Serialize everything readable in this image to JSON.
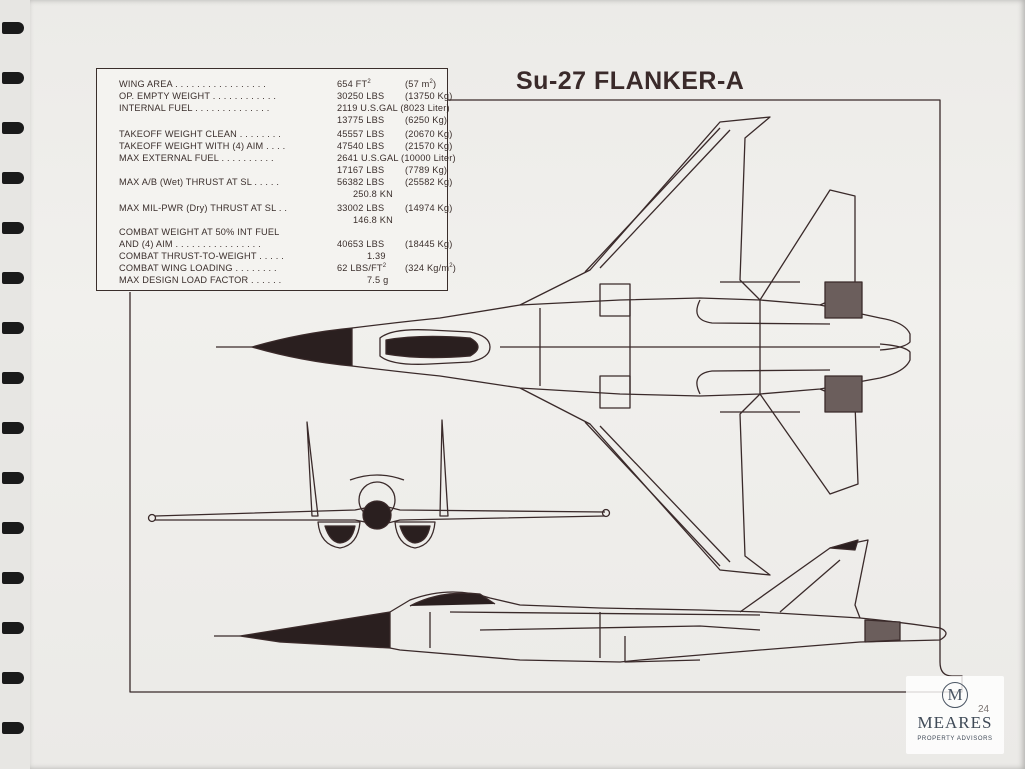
{
  "title": "Su-27 FLANKER-A",
  "page_number": "24",
  "specs": [
    {
      "label": "WING AREA . . . . . . . . . . . . . . . . .",
      "value": "654 FT",
      "sup": "2",
      "metric": "(57 m",
      "metric_sup": "2",
      "metric_end": ")"
    },
    {
      "label": "OP. EMPTY WEIGHT . . . . . . . . . . . .",
      "value": "30250 LBS",
      "metric": "(13750 Kg)"
    },
    {
      "label": "INTERNAL FUEL . . . . . . . . . . . . . .",
      "value": "2119 U.S.GAL (8023 Liter)",
      "metric": ""
    },
    {
      "label": "",
      "value": "13775 LBS",
      "metric": "(6250 Kg)"
    },
    {
      "label": "TAKEOFF WEIGHT CLEAN . . . . . . . .",
      "value": "45557 LBS",
      "metric": "(20670 Kg)"
    },
    {
      "label": "TAKEOFF WEIGHT WITH (4) AIM . . . .",
      "value": "47540 LBS",
      "metric": "(21570 Kg)"
    },
    {
      "label": "MAX EXTERNAL FUEL . . . . . . . . . .",
      "value": "2641 U.S.GAL (10000 Liter)",
      "metric": ""
    },
    {
      "label": "",
      "value": "17167 LBS",
      "metric": "(7789 Kg)"
    },
    {
      "label": "MAX A/B (Wet) THRUST AT SL . . . . .",
      "value": "56382 LBS",
      "metric": "(25582 Kg)"
    },
    {
      "label": "",
      "value": "250.8 KN",
      "metric": ""
    },
    {
      "label": "MAX MIL-PWR (Dry) THRUST AT SL . .",
      "value": "33002 LBS",
      "metric": "(14974 Kg)"
    },
    {
      "label": "",
      "value": "146.8 KN",
      "metric": ""
    },
    {
      "label": "COMBAT WEIGHT AT 50% INT FUEL",
      "value": "",
      "metric": ""
    },
    {
      "label": "AND (4) AIM . . . . . . . . . . . . . . . .",
      "value": "40653 LBS",
      "metric": "(18445 Kg)"
    },
    {
      "label": "COMBAT THRUST-TO-WEIGHT . . . . .",
      "value": "1.39",
      "metric": ""
    },
    {
      "label": "COMBAT WING LOADING . . . . . . . .",
      "value": "62 LBS/FT",
      "sup": "2",
      "metric": "(324 Kg/m",
      "metric_sup": "2",
      "metric_end": ")"
    },
    {
      "label": "MAX DESIGN LOAD FACTOR . . . . . .",
      "value": "7.5 g",
      "metric": ""
    }
  ],
  "watermark": {
    "letter": "M",
    "name": "MEARES",
    "tagline": "PROPERTY ADVISORS"
  }
}
